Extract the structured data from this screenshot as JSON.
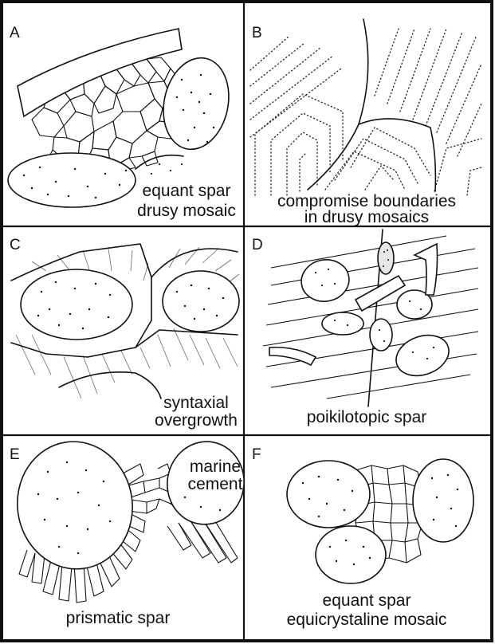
{
  "panels": [
    {
      "letter": "A",
      "caption": [
        "equant spar",
        "drusy mosaic"
      ]
    },
    {
      "letter": "B",
      "caption": [
        "compromise boundaries",
        "in drusy mosaics"
      ]
    },
    {
      "letter": "C",
      "caption": [
        "syntaxial",
        "overgrowth"
      ]
    },
    {
      "letter": "D",
      "caption": [
        "poikilotopic spar"
      ]
    },
    {
      "letter": "E",
      "caption": [
        "prismatic spar"
      ],
      "label": [
        "marine",
        "cement"
      ]
    },
    {
      "letter": "F",
      "caption": [
        "equant spar",
        "equicrystaline mosaic"
      ]
    }
  ]
}
